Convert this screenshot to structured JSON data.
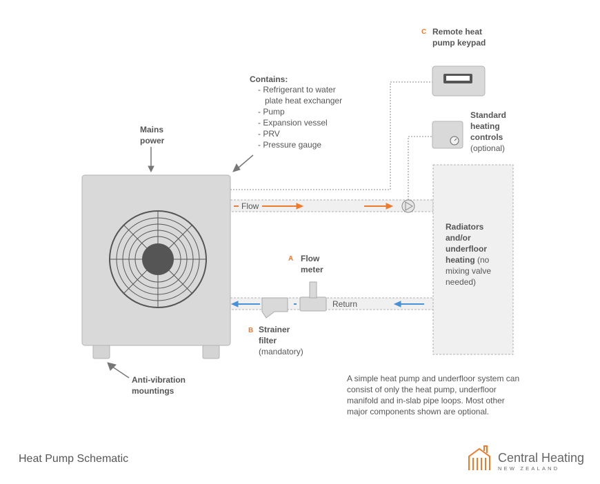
{
  "contains": {
    "heading": "Contains:",
    "items": [
      "- Refrigerant to water",
      "   plate heat exchanger",
      "- Pump",
      "- Expansion vessel",
      "- PRV",
      "- Pressure gauge"
    ]
  },
  "labels": {
    "mains_line1": "Mains",
    "mains_line2": "power",
    "flow": "Flow",
    "return": "Return",
    "remote_tag": "C",
    "remote_line1": "Remote heat",
    "remote_line2": "pump keypad",
    "controls_line1": "Standard",
    "controls_line2": "heating",
    "controls_line3": "controls",
    "controls_line4": "(optional)",
    "radiators_line1": "Radiators",
    "radiators_line2": "and/or",
    "radiators_line3": "underfloor",
    "radiators_line4_bold": "heating",
    "radiators_line4_rest": " (no",
    "radiators_line5": "mixing valve",
    "radiators_line6": "needed)",
    "flowmeter_tag": "A",
    "flowmeter_line1": "Flow",
    "flowmeter_line2": "meter",
    "strainer_tag": "B",
    "strainer_line1": "Strainer",
    "strainer_line2": "filter",
    "strainer_line3": "(mandatory)",
    "antivib_line1": "Anti-vibration",
    "antivib_line2": "mountings"
  },
  "description": "A simple heat pump and underfloor system can consist of only the heat pump, underfloor manifold and in-slab pipe loops. Most other major components shown are optional.",
  "footer": {
    "title": "Heat Pump Schematic",
    "logo_brand": "Central Heating",
    "logo_sub": "NEW ZEALAND",
    "logo_icon": "house-chimney-logo-icon"
  },
  "colors": {
    "flow_accent": "#ee7a2c",
    "return_accent": "#4a90d9",
    "unit_fill": "#d8d8d8",
    "text": "#555555"
  }
}
